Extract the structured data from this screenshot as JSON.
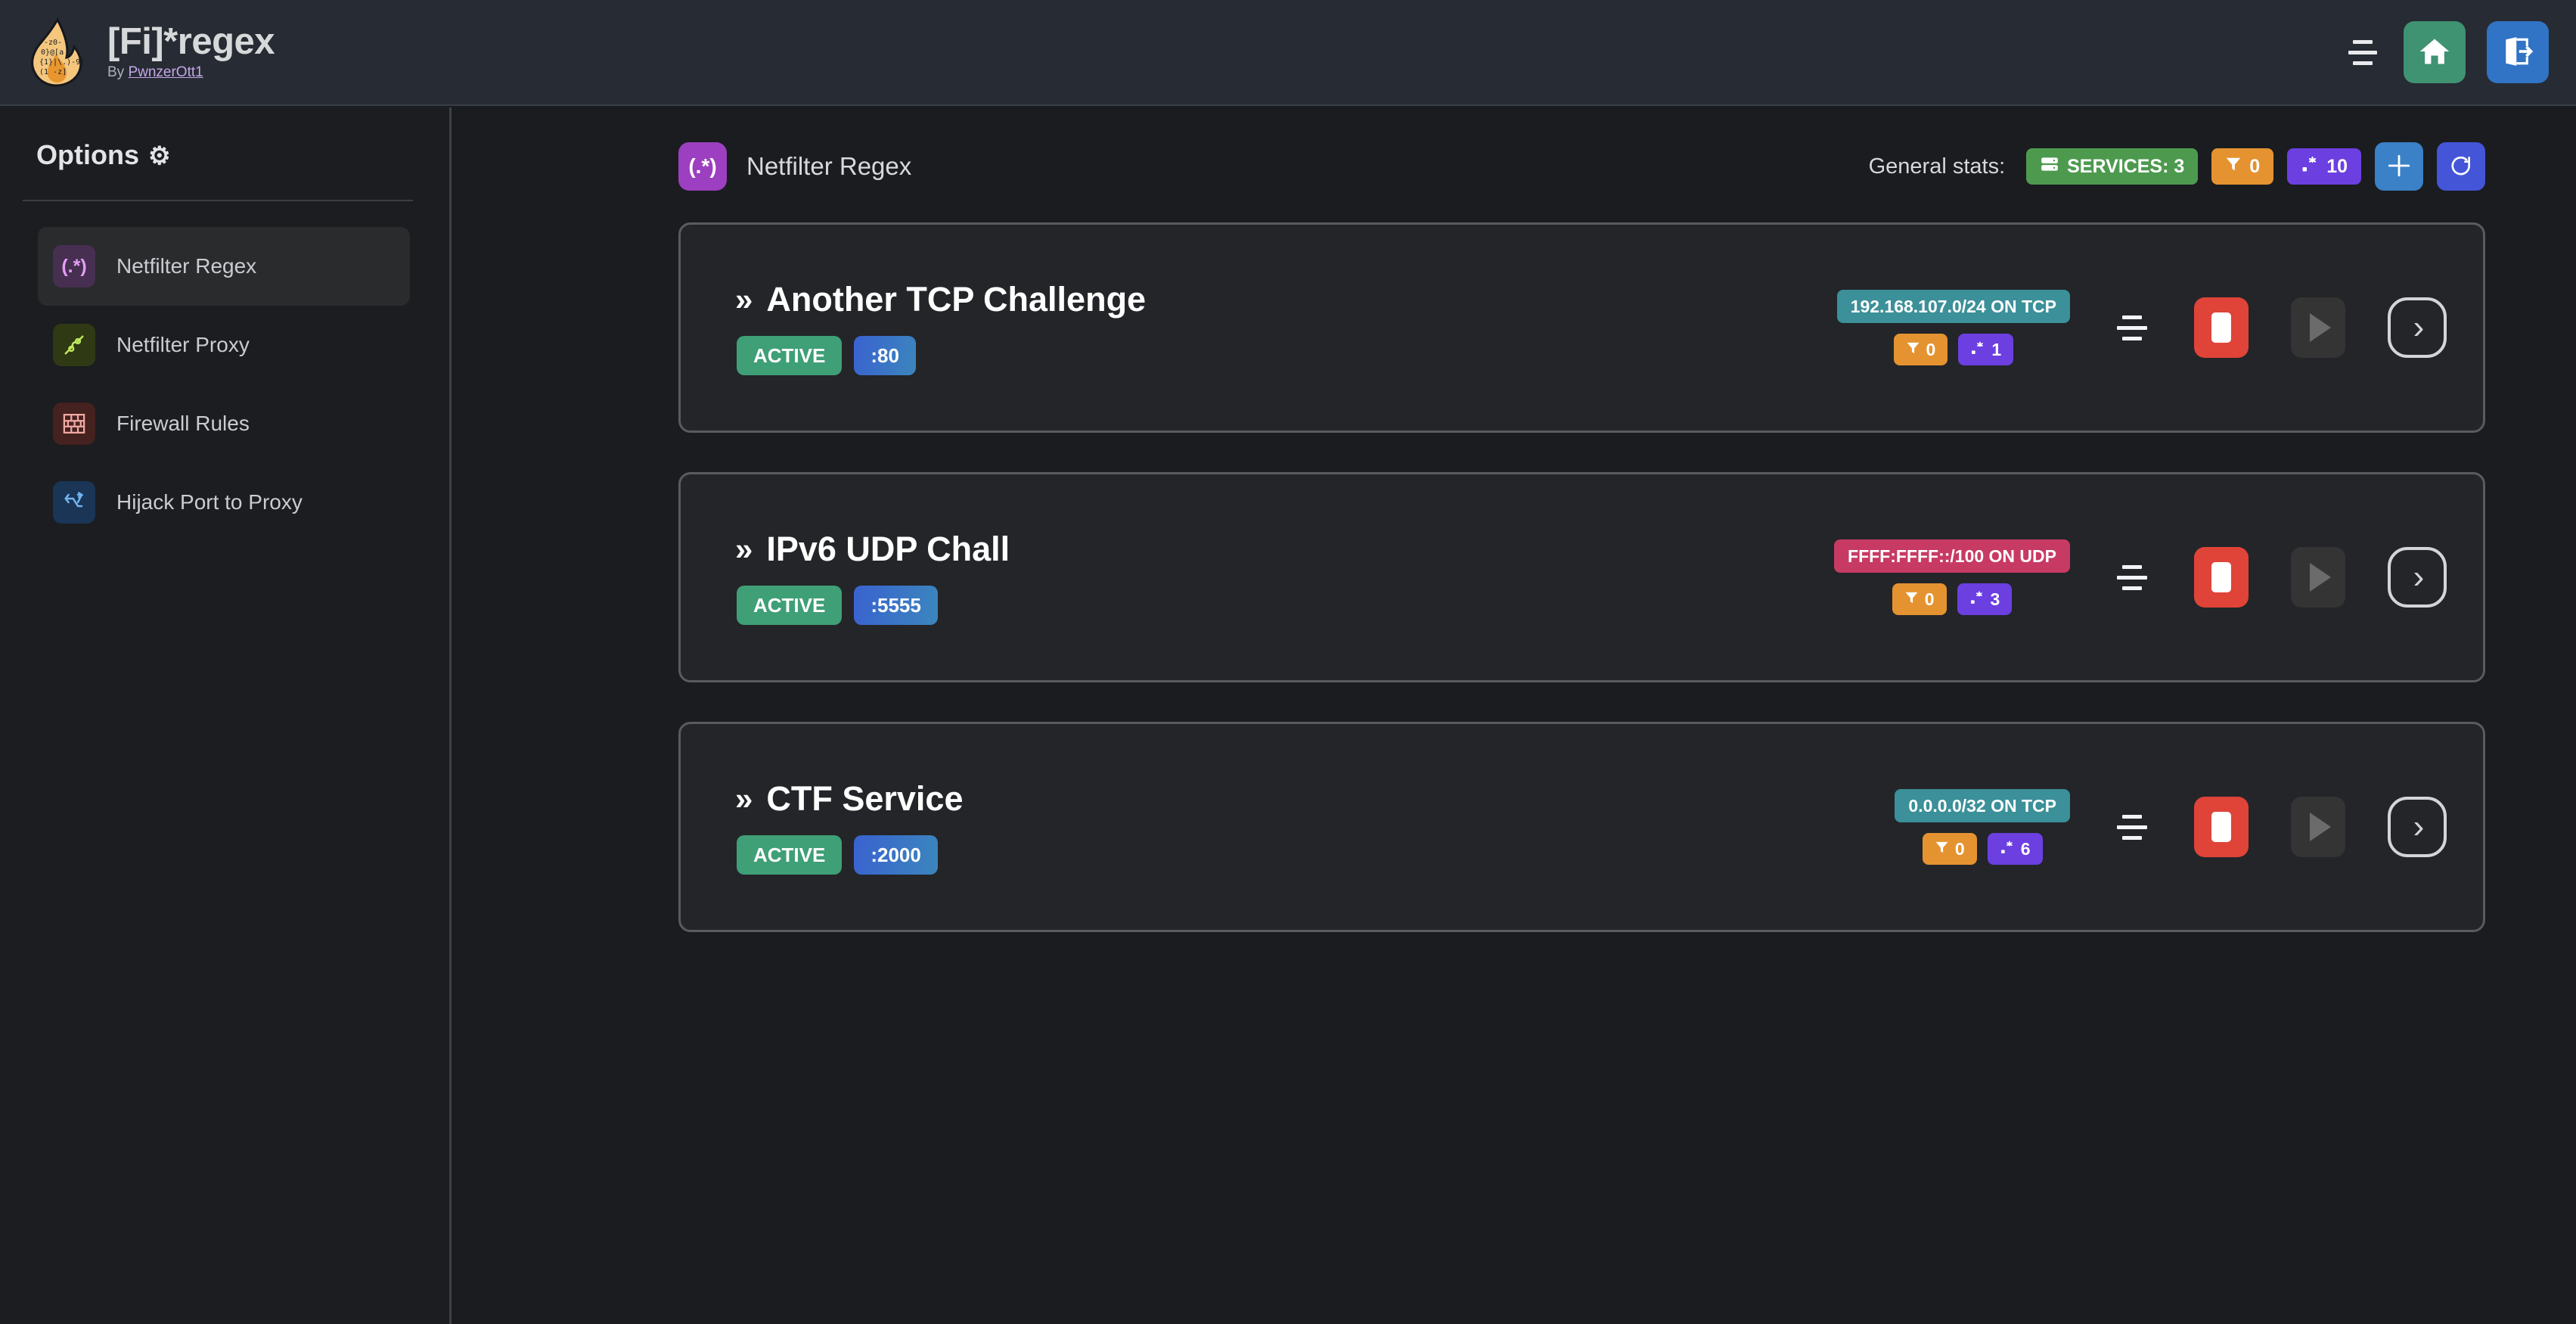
{
  "header": {
    "app_title": "[Fi]*regex",
    "by_prefix": "By ",
    "author": "PwnzerOtt1",
    "logo_icon": "flame-logo",
    "menu_icon": "hamburger-icon",
    "home_icon": "home-icon",
    "logout_icon": "logout-icon"
  },
  "sidebar": {
    "title": "Options",
    "gear": "⚙",
    "items": [
      {
        "label": "Netfilter Regex",
        "icon": "regex-icon",
        "glyph": "(.*)",
        "active": true
      },
      {
        "label": "Netfilter Proxy",
        "icon": "plug-icon",
        "glyph": "⚭",
        "active": false
      },
      {
        "label": "Firewall Rules",
        "icon": "brick-wall-icon",
        "glyph": "▦",
        "active": false
      },
      {
        "label": "Hijack Port to Proxy",
        "icon": "fork-arrow-icon",
        "glyph": "↬",
        "active": false
      }
    ]
  },
  "main": {
    "page_icon_glyph": "(.*)",
    "page_title": "Netfilter Regex",
    "stats_label": "General stats:",
    "stats": [
      {
        "name": "services-badge",
        "icon": "server-icon",
        "label": "SERVICES: 3",
        "color": "#4d9a4f"
      },
      {
        "name": "filters-badge",
        "icon": "filter-icon",
        "label": "0",
        "color": "#e59330"
      },
      {
        "name": "regex-badge",
        "icon": "regex-icon",
        "label": "10",
        "color": "#6c3fe0"
      }
    ],
    "add_icon": "plus-icon",
    "refresh_icon": "refresh-icon"
  },
  "services": [
    {
      "name": "Another TCP Challenge",
      "status": "ACTIVE",
      "port": ":80",
      "network": "192.168.107.0/24 ON TCP",
      "network_kind": "tcp",
      "filters": "0",
      "regex": "1",
      "list_icon": "list-icon",
      "stop_icon": "stop-icon",
      "play_icon": "play-icon",
      "detail_icon": "chevron-right-icon"
    },
    {
      "name": "IPv6 UDP Chall",
      "status": "ACTIVE",
      "port": ":5555",
      "network": "FFFF:FFFF::/100 ON UDP",
      "network_kind": "udp",
      "filters": "0",
      "regex": "3",
      "list_icon": "list-icon",
      "stop_icon": "stop-icon",
      "play_icon": "play-icon",
      "detail_icon": "chevron-right-icon"
    },
    {
      "name": "CTF Service",
      "status": "ACTIVE",
      "port": ":2000",
      "network": "0.0.0.0/32 ON TCP",
      "network_kind": "tcp",
      "filters": "0",
      "regex": "6",
      "list_icon": "list-icon",
      "stop_icon": "stop-icon",
      "play_icon": "play-icon",
      "detail_icon": "chevron-right-icon"
    }
  ],
  "colors": {
    "header_bg": "#272b33",
    "body_bg": "#1a1c1f",
    "card_bg": "#232529",
    "card_border": "#585b60",
    "accent_green": "#3f9272",
    "accent_blue": "#3173c4",
    "stop_red": "#e04338",
    "tcp_teal": "#3b9099",
    "udp_pink": "#c73a64"
  }
}
